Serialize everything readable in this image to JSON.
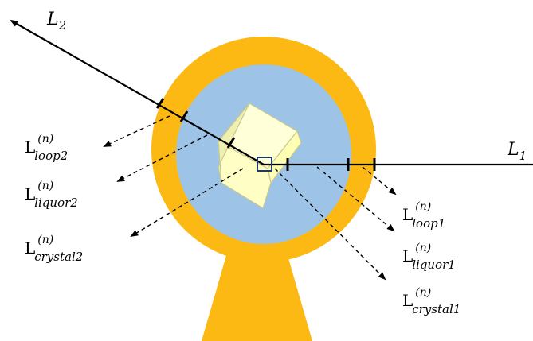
{
  "beams": {
    "l1": {
      "letter": "L",
      "index": "1"
    },
    "l2": {
      "letter": "L",
      "index": "2"
    }
  },
  "path_labels": {
    "superscript": "(n)",
    "loop2": {
      "letter": "L",
      "sub": "loop2"
    },
    "liquor2": {
      "letter": "L",
      "sub": "liquor2"
    },
    "crystal2": {
      "letter": "L",
      "sub": "crystal2"
    },
    "loop1": {
      "letter": "L",
      "sub": "loop1"
    },
    "liquor1": {
      "letter": "L",
      "sub": "liquor1"
    },
    "crystal1": {
      "letter": "L",
      "sub": "crystal1"
    }
  },
  "colors": {
    "loop": "#FDB913",
    "liquor": "#9DC3E6",
    "crystal": "#FFFFC5",
    "crystal_edge": "#C9C98F",
    "line": "#000000",
    "marker": "#1F3864"
  }
}
